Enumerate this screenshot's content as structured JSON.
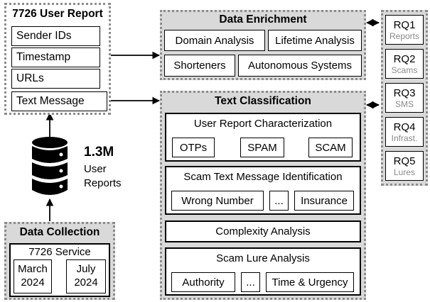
{
  "report": {
    "title": "7726 User Report",
    "fields": [
      "Sender IDs",
      "Timestamp",
      "URLs",
      "Text Message"
    ]
  },
  "database": {
    "count": "1.3M",
    "label_line1": "User",
    "label_line2": "Reports",
    "icon": "database-icon"
  },
  "collection": {
    "title": "Data Collection",
    "service": "7726 Service",
    "start": "March 2024",
    "end": "July 2024"
  },
  "enrichment": {
    "title": "Data Enrichment",
    "items": [
      "Domain Analysis",
      "Lifetime Analysis",
      "Shorteners",
      "Autonomous Systems"
    ]
  },
  "classification": {
    "title": "Text Classification",
    "characterization": {
      "title": "User Report Characterization",
      "items": [
        "OTPs",
        "SPAM",
        "SCAM"
      ]
    },
    "identification": {
      "title": "Scam Text Message Identification",
      "items": [
        "Wrong Number",
        "...",
        "Insurance"
      ]
    },
    "complexity": "Complexity Analysis",
    "lure": {
      "title": "Scam Lure Analysis",
      "items": [
        "Authority",
        "...",
        "Time & Urgency"
      ]
    }
  },
  "research_questions": [
    {
      "id": "RQ1",
      "topic": "Reports"
    },
    {
      "id": "RQ2",
      "topic": "Scams"
    },
    {
      "id": "RQ3",
      "topic": "SMS"
    },
    {
      "id": "RQ4",
      "topic": "Infrast."
    },
    {
      "id": "RQ5",
      "topic": "Lures"
    }
  ]
}
